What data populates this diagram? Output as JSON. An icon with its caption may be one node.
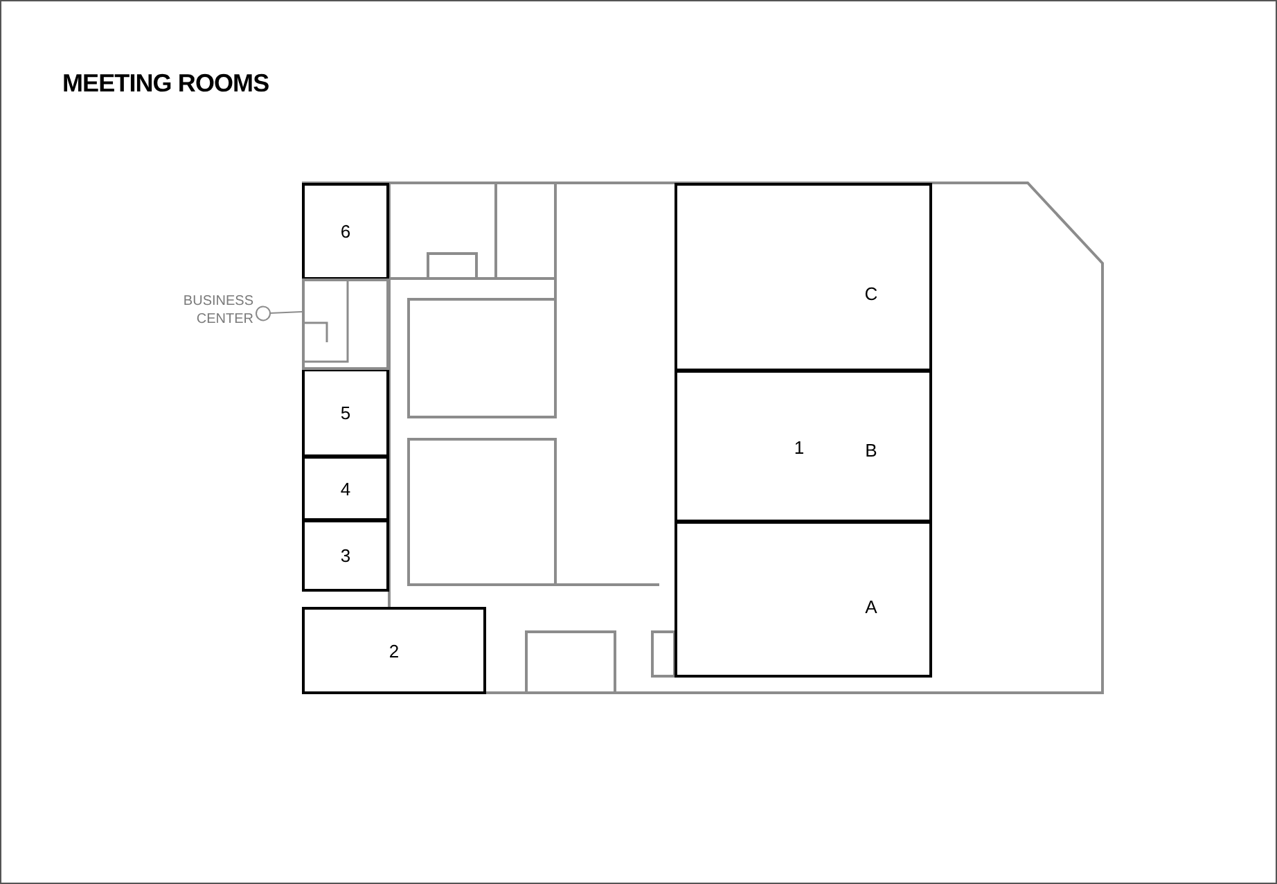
{
  "diagram": {
    "title": "MEETING ROOMS",
    "nodes": [
      {
        "text": [
          "6"
        ]
      },
      {
        "text": [
          "5"
        ]
      },
      {
        "text": [
          "4"
        ]
      },
      {
        "text": [
          "3"
        ]
      },
      {
        "text": [
          "2"
        ]
      },
      {
        "text": [
          "C"
        ]
      },
      {
        "text": [
          "B"
        ]
      },
      {
        "text": [
          "A"
        ]
      },
      {
        "text": [
          "BUSINESS CENTER"
        ]
      },
      {
        "text": [],
        "shape": "box"
      }
    ],
    "edges": [
      {
        "from": 8,
        "to": 9,
        "arrow": "other"
      }
    ],
    "labels": [
      "1"
    ]
  }
}
